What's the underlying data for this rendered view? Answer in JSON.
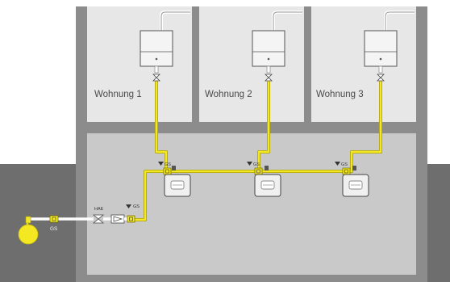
{
  "apartments": [
    {
      "label": "Wohnung 1"
    },
    {
      "label": "Wohnung 2"
    },
    {
      "label": "Wohnung 3"
    }
  ],
  "labels": {
    "gas_valve_main": "GS",
    "thermal_shutoff": "HAE",
    "meter_valve_tag": "GS"
  },
  "icons": [
    "boiler-icon",
    "valve-icon",
    "gas-meter-icon",
    "gas-tank-icon",
    "flow-arrow-icon"
  ],
  "colors": {
    "building": "#8a8a8a",
    "ground": "#6e6e6e",
    "room": "#e6e6e6",
    "basement": "#c8c8c8",
    "pipe": "#f3e821",
    "pipe_edge": "#a99f10",
    "tank": "#f3e821",
    "white_pipe": "#ffffff"
  }
}
